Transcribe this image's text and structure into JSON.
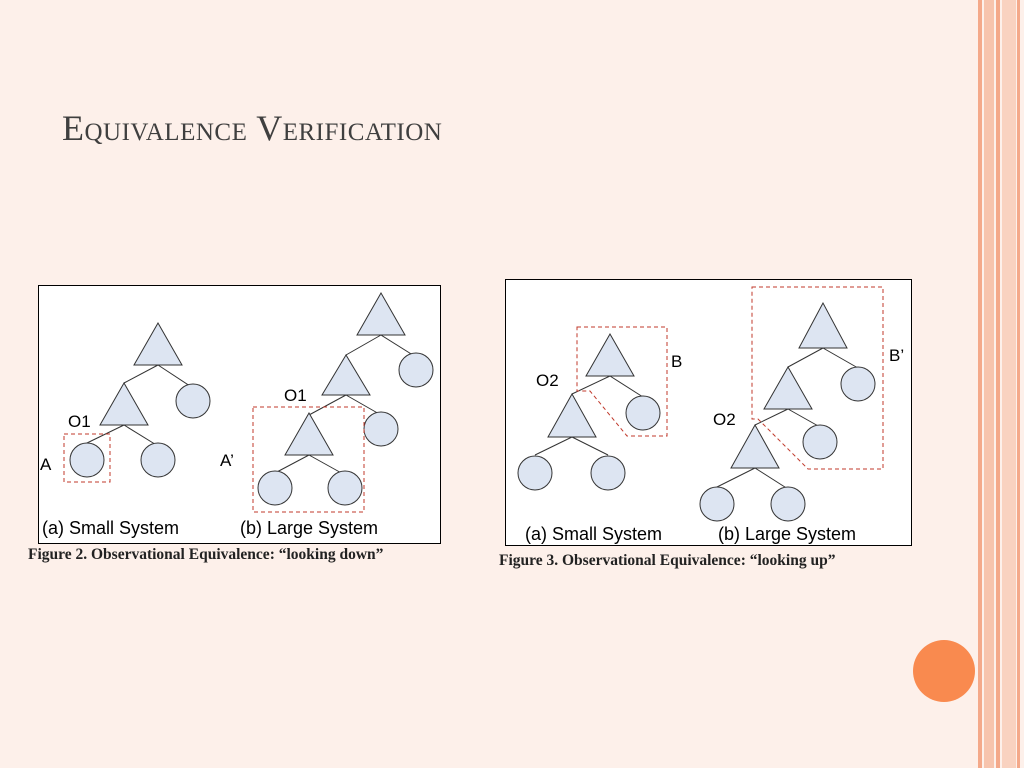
{
  "slide": {
    "title": "Equivalence Verification",
    "accent_color": "#f98a4f"
  },
  "figure2": {
    "caption": "Figure 2.  Observational Equivalence: “looking down”",
    "panel_a_label": "(a) Small System",
    "panel_b_label": "(b) Large  System",
    "node_o1_small": "O1",
    "node_a": "A",
    "node_o1_large": "O1",
    "node_a_prime": "A’"
  },
  "figure3": {
    "caption": "Figure 3.  Observational Equivalence: “looking up”",
    "panel_a_label": "(a) Small System",
    "panel_b_label": "(b) Large System",
    "node_o2_small": "O2",
    "node_b": "B",
    "node_o2_large": "O2",
    "node_b_prime": "B’"
  }
}
